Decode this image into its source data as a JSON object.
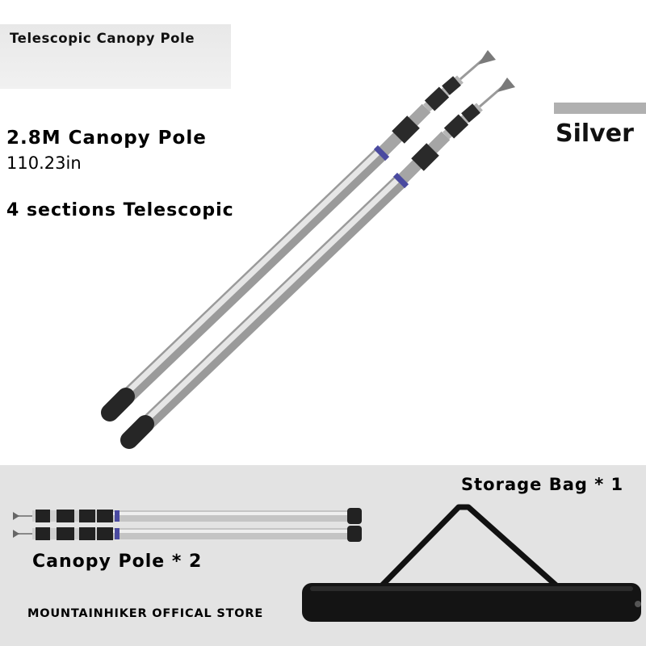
{
  "header": {
    "title": "Telescopic Canopy Pole"
  },
  "specs": {
    "length_metric": "2.8M Canopy Pole",
    "length_imperial": "110.23in",
    "sections": "4 sections Telescopic"
  },
  "color_option": {
    "label": "Silver",
    "swatch": "#b0b0b0"
  },
  "package": {
    "bag_label": "Storage Bag * 1",
    "pole_label": "Canopy Pole * 2",
    "store_name": "MOUNTAINHIKER OFFICAL STORE"
  },
  "icons": [
    "canopy-pole-icon",
    "storage-bag-icon"
  ]
}
